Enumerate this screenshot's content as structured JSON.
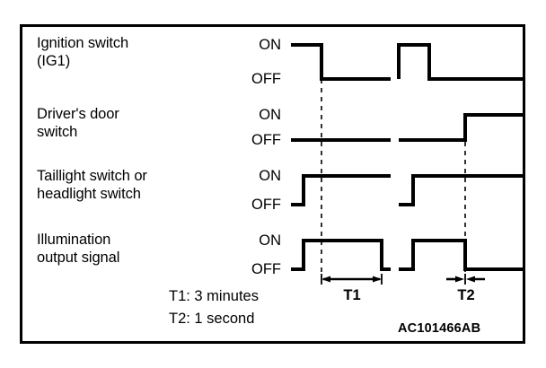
{
  "figure": {
    "code": "AC101466AB",
    "background_color": "#ffffff",
    "line_color": "#000000",
    "border_color": "#000000"
  },
  "rows": [
    {
      "name": "ignition-switch",
      "label": "Ignition switch\n(IG1)",
      "on_label": "ON",
      "off_label": "OFF"
    },
    {
      "name": "drivers-door-switch",
      "label": "Driver's door\nswitch",
      "on_label": "ON",
      "off_label": "OFF"
    },
    {
      "name": "taillight-or-headlight-switch",
      "label": "Taillight switch or\nheadlight switch",
      "on_label": "ON",
      "off_label": "OFF"
    },
    {
      "name": "illumination-output-signal",
      "label": "Illumination\noutput signal",
      "on_label": "ON",
      "off_label": "OFF"
    }
  ],
  "interval_markers": [
    {
      "name": "t1-marker",
      "label": "T1"
    },
    {
      "name": "t2-marker",
      "label": "T2"
    }
  ],
  "notes": [
    "T1: 3 minutes",
    "T2: 1 second"
  ],
  "chart_data": {
    "type": "line",
    "title": "",
    "xlabel": "",
    "ylabel": "",
    "grid": false,
    "legend_position": "none",
    "description": "Digital timing waveform diagram with four binary signals plotted against a common time axis; two vertical dashed reference lines mark the start of T1 and the end of T2.",
    "levels": [
      "OFF",
      "ON"
    ],
    "time_axis": {
      "start": 324,
      "end": 582,
      "break_start": 436,
      "break_end": 444
    },
    "reference_lines": [
      {
        "name": "t1-start-reference",
        "x": 358,
        "style": "dashed"
      },
      {
        "name": "t2-end-reference",
        "x": 518,
        "style": "dashed"
      }
    ],
    "series": [
      {
        "name": "Ignition switch (IG1)",
        "transitions": [
          {
            "x": 324,
            "state": "ON"
          },
          {
            "x": 358,
            "state": "OFF"
          },
          {
            "x": 444,
            "state": "ON"
          },
          {
            "x": 478,
            "state": "OFF"
          },
          {
            "x": 582,
            "state": "OFF"
          }
        ]
      },
      {
        "name": "Driver's door switch",
        "transitions": [
          {
            "x": 324,
            "state": "OFF"
          },
          {
            "x": 518,
            "state": "ON"
          },
          {
            "x": 582,
            "state": "ON"
          }
        ]
      },
      {
        "name": "Taillight switch or headlight switch",
        "transitions": [
          {
            "x": 324,
            "state": "OFF"
          },
          {
            "x": 338,
            "state": "ON"
          },
          {
            "x": 444,
            "state": "OFF"
          },
          {
            "x": 460,
            "state": "ON"
          },
          {
            "x": 582,
            "state": "ON"
          }
        ]
      },
      {
        "name": "Illumination output signal",
        "transitions": [
          {
            "x": 324,
            "state": "OFF"
          },
          {
            "x": 338,
            "state": "ON"
          },
          {
            "x": 425,
            "state": "OFF"
          },
          {
            "x": 460,
            "state": "ON"
          },
          {
            "x": 518,
            "state": "OFF"
          },
          {
            "x": 582,
            "state": "OFF"
          }
        ]
      }
    ],
    "intervals": [
      {
        "label": "T1",
        "from_x": 358,
        "to_x": 425,
        "value": "3 minutes",
        "arrows": "inside"
      },
      {
        "label": "T2",
        "from_x": 500,
        "to_x": 518,
        "value": "1 second",
        "arrows": "outside"
      }
    ]
  }
}
